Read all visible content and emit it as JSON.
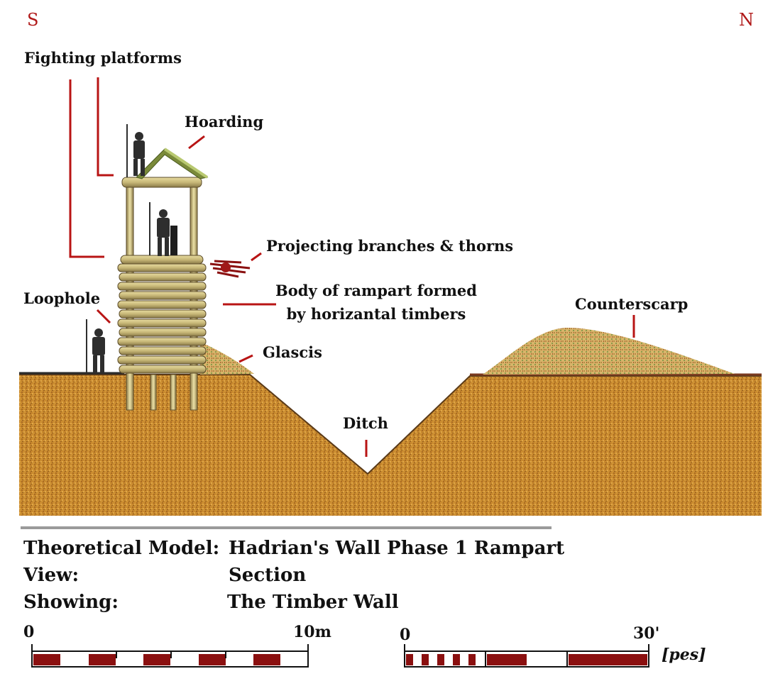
{
  "compass": {
    "south": "S",
    "north": "N"
  },
  "labels": {
    "fighting_platforms": "Fighting platforms",
    "hoarding": "Hoarding",
    "projecting_branches": "Projecting branches & thorns",
    "body_of_rampart_line1": "Body of rampart formed",
    "body_of_rampart_line2": "by horizantal timbers",
    "loophole": "Loophole",
    "glascis": "Glascis",
    "counterscarp": "Counterscarp",
    "ditch": "Ditch"
  },
  "caption": {
    "model_key": "Theoretical Model:",
    "model_value": "Hadrian's Wall Phase 1 Rampart",
    "view_key": "View:",
    "view_value": "Section",
    "showing_key": "Showing:",
    "showing_value": "The Timber Wall"
  },
  "scales": {
    "metric": {
      "start": "0",
      "end": "10m"
    },
    "pes": {
      "start": "0",
      "end": "30'",
      "unit": "[pes]"
    }
  },
  "colors": {
    "leader": "#b81414",
    "compass": "#b01818",
    "soil": "#c98a2e",
    "scale_red": "#8b1010",
    "divider": "#9a9a9a"
  }
}
